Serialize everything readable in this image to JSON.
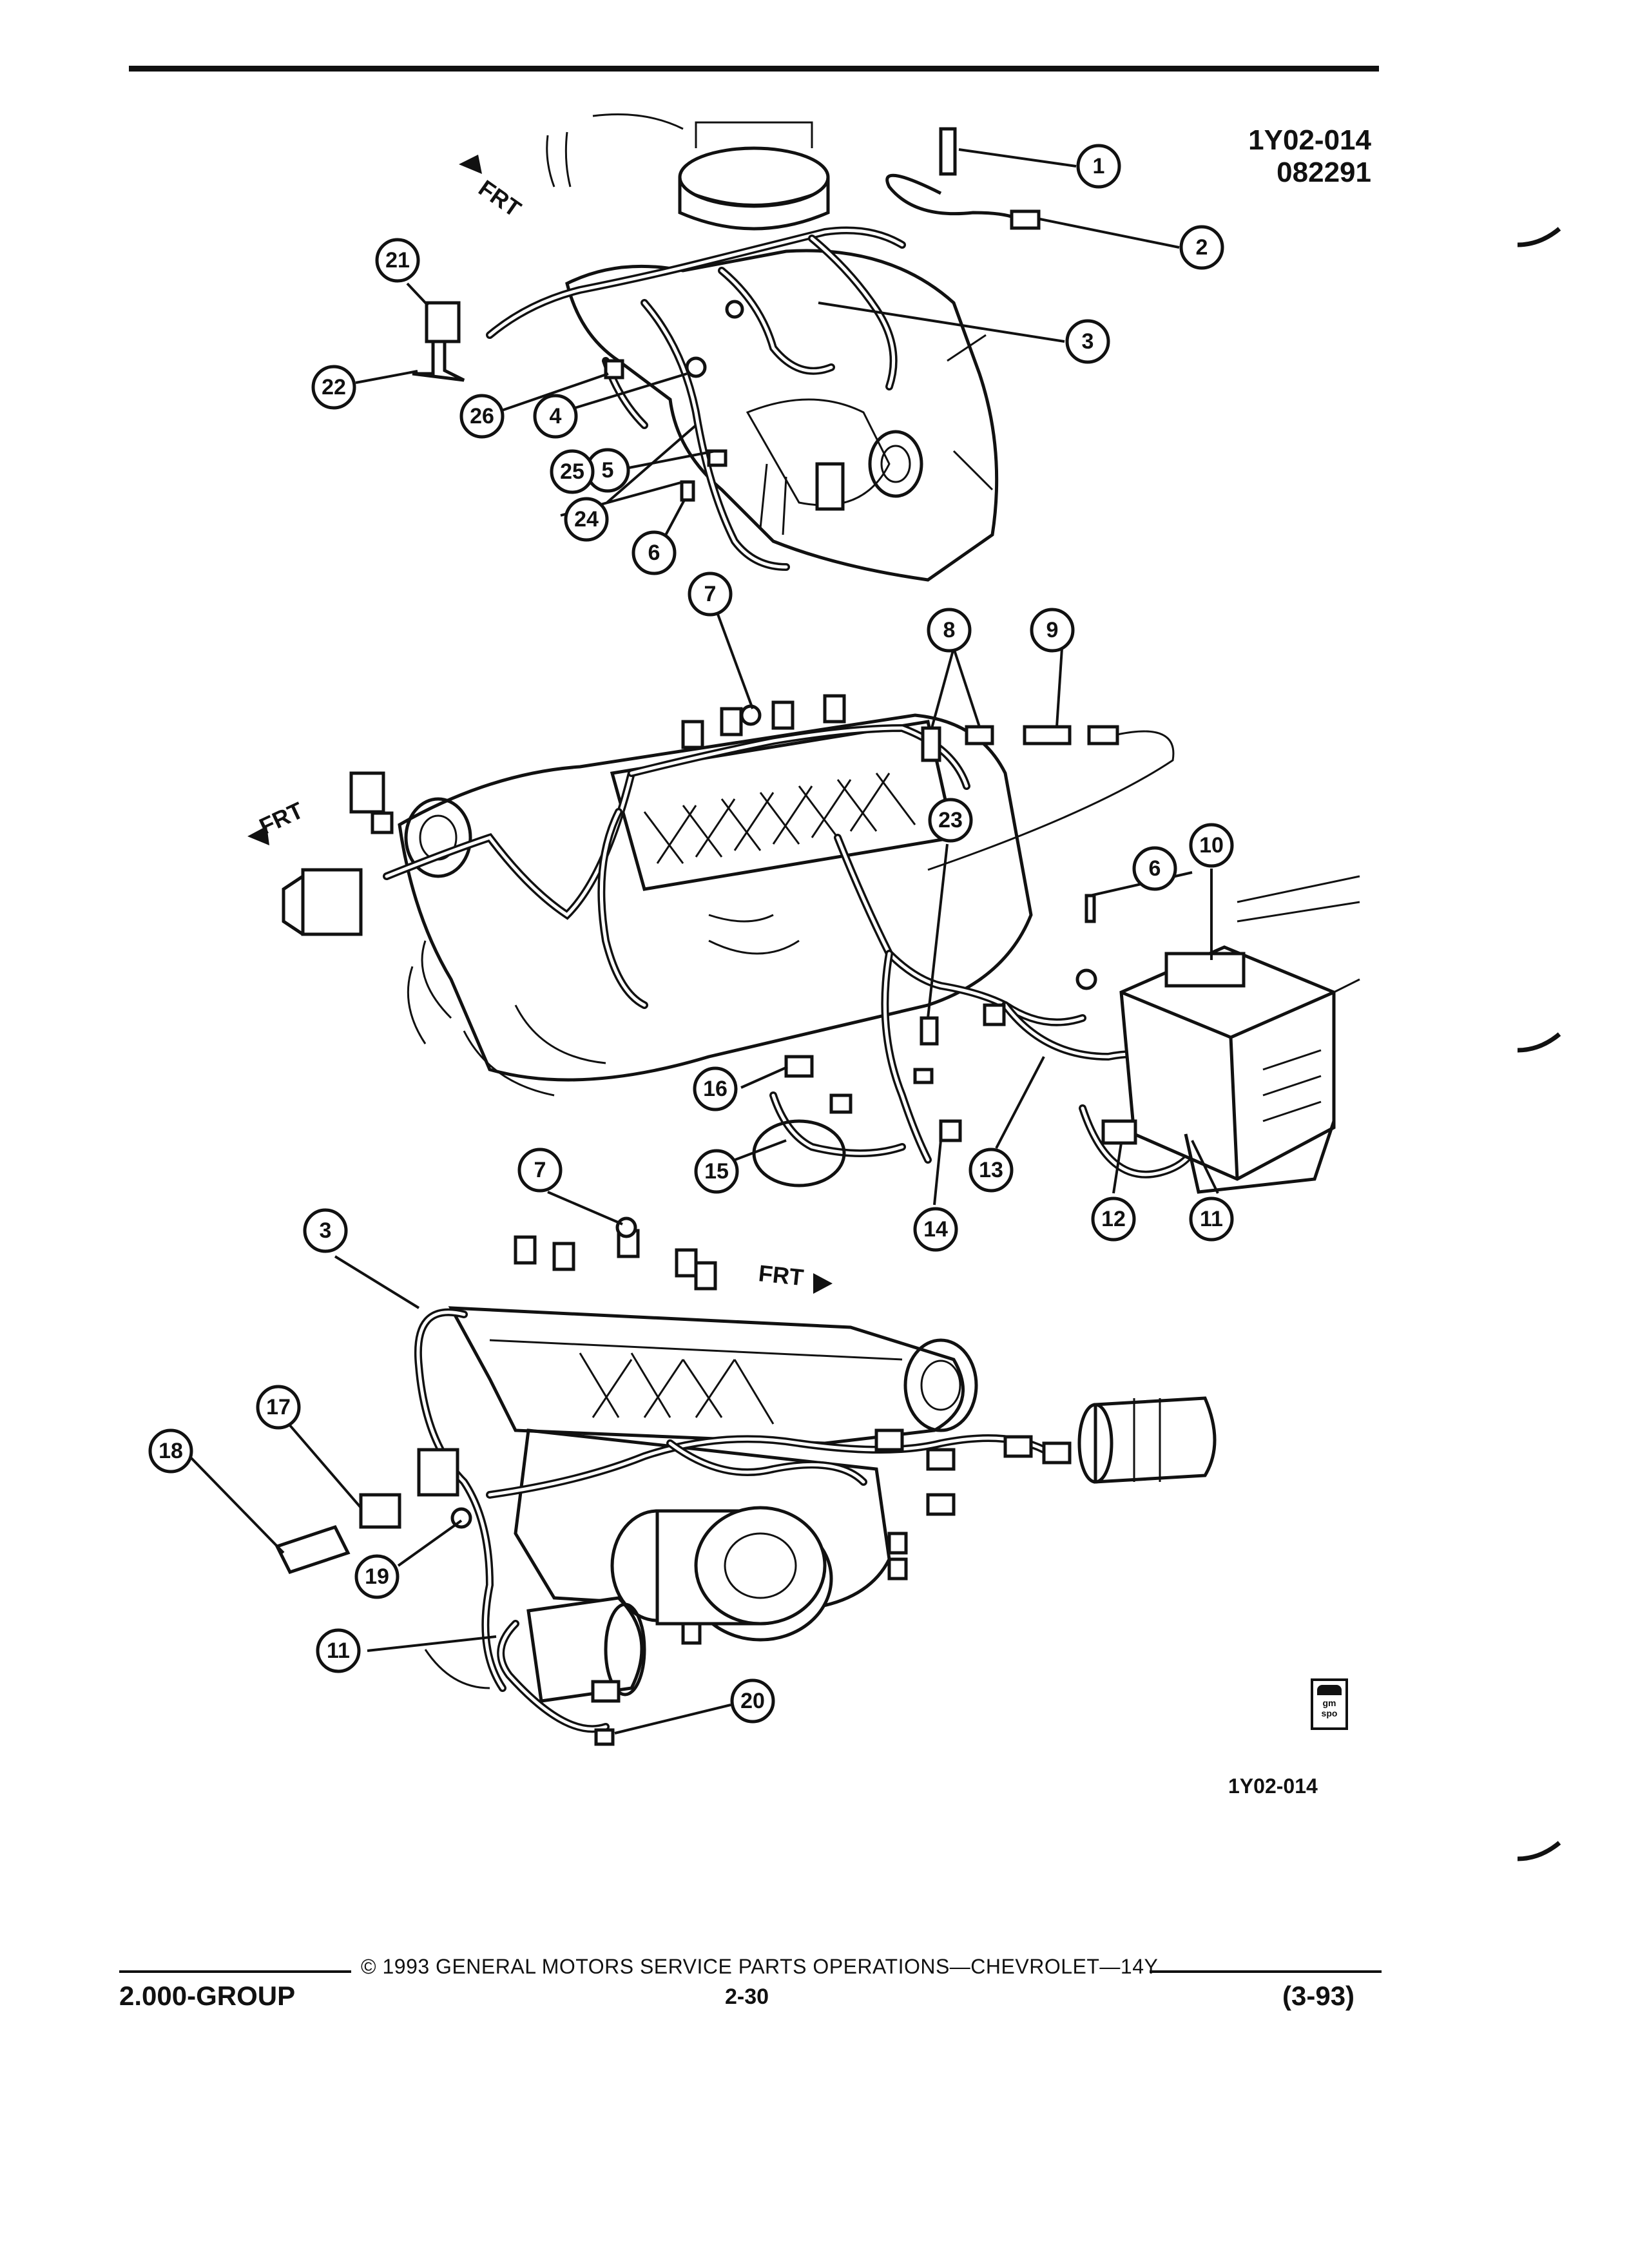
{
  "header": {
    "figure_code": "1Y02-014",
    "date_code": "082291"
  },
  "diagram": {
    "direction_label": "FRT",
    "callouts": [
      "1",
      "2",
      "3",
      "4",
      "5",
      "6",
      "7",
      "8",
      "9",
      "10",
      "11",
      "12",
      "13",
      "14",
      "15",
      "16",
      "17",
      "18",
      "19",
      "20",
      "21",
      "22",
      "23",
      "24",
      "25",
      "26"
    ]
  },
  "logo": {
    "lines": [
      "gm",
      "spo"
    ]
  },
  "figure_code_bottom": "1Y02-014",
  "footer": {
    "copyright": "© 1993 GENERAL MOTORS SERVICE PARTS OPERATIONS—CHEVROLET—14Y",
    "group": "2.000-GROUP",
    "page": "2-30",
    "revision": "(3-93)"
  }
}
